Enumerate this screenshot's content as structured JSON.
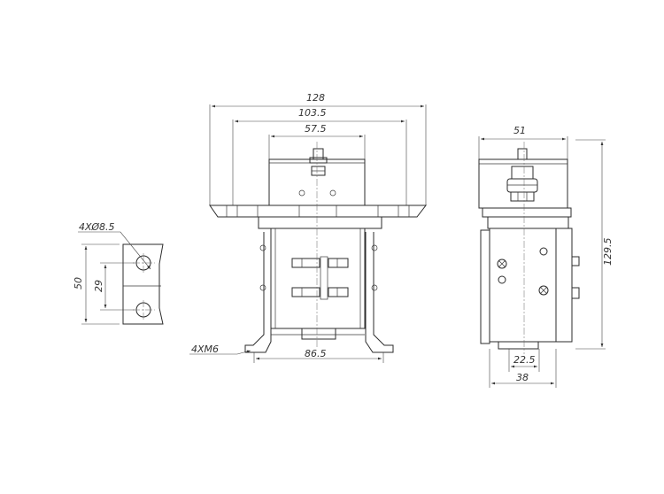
{
  "dimensions": {
    "overall_width": "128",
    "mount_hole_span": "103.5",
    "top_width": "57.5",
    "base_hole_span": "86.5",
    "thread_note": "4XM6",
    "side_width": "51",
    "height": "129.5",
    "side_hole_span": "22.5",
    "side_base_width": "38",
    "bracket_hole_note": "4XØ8.5",
    "bracket_height": "50",
    "bracket_hole_pitch": "29"
  }
}
